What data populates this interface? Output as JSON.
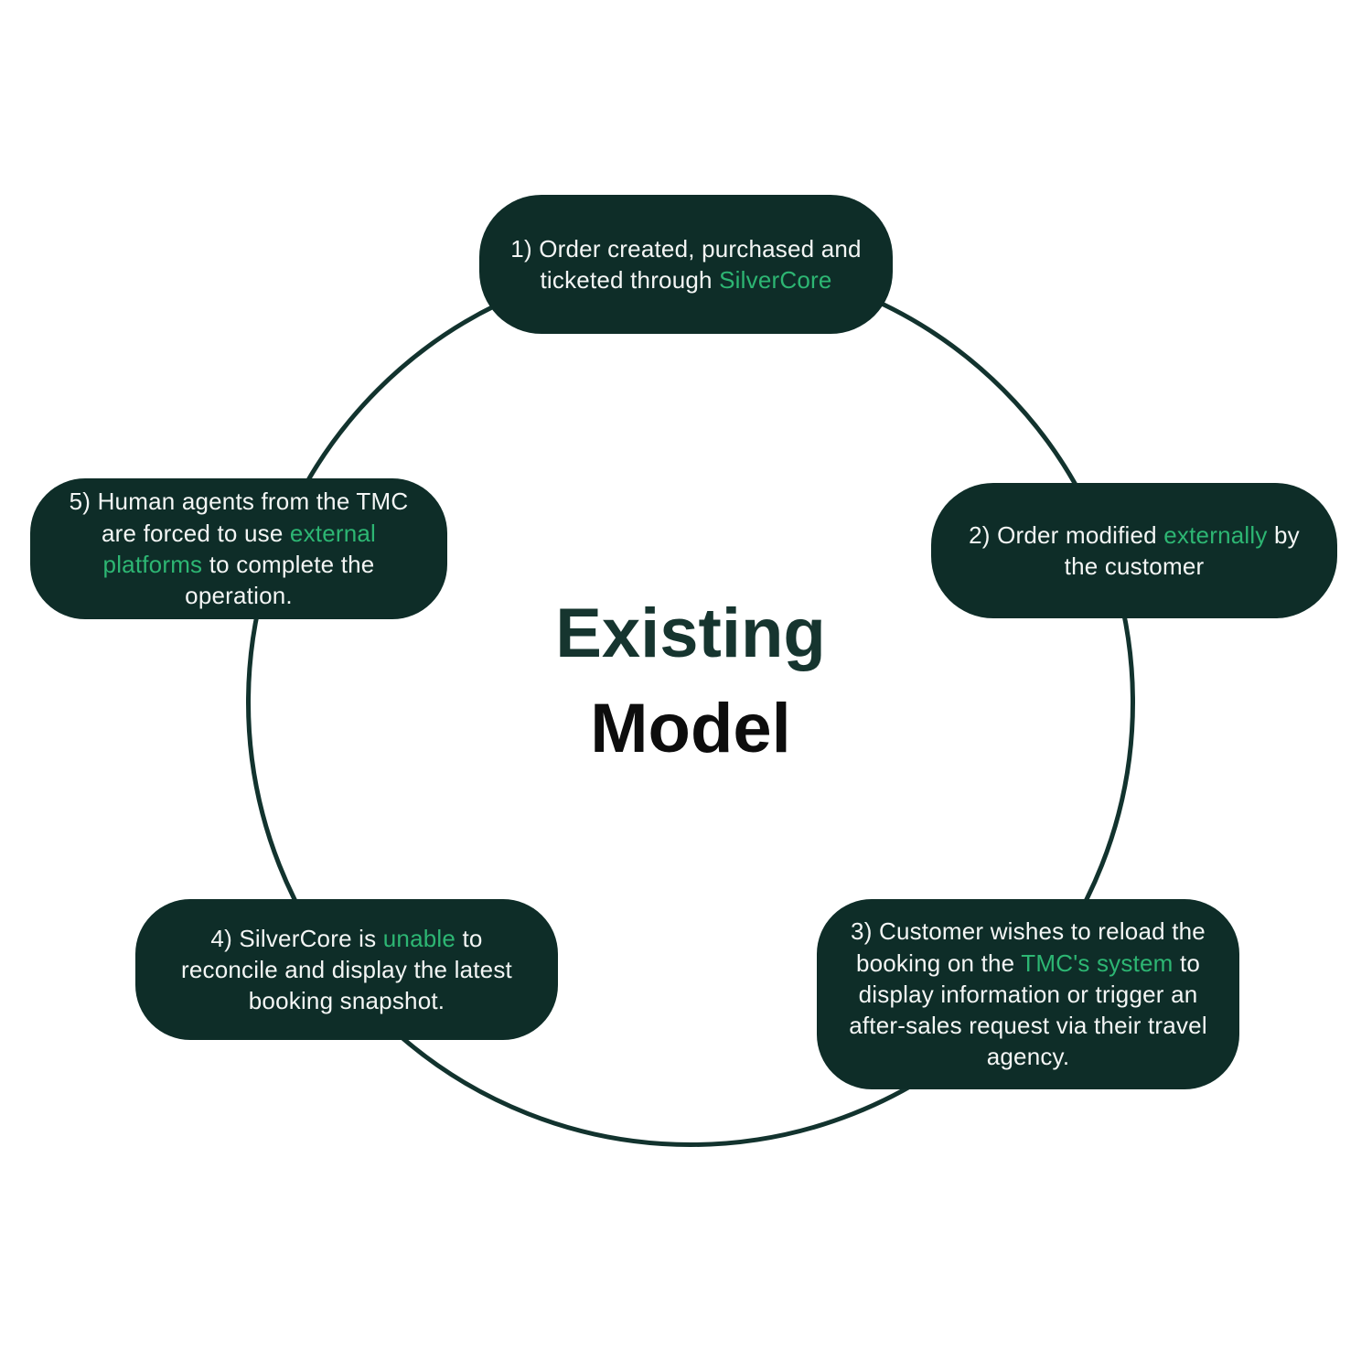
{
  "title": {
    "line1": "Existing",
    "line2": "Model"
  },
  "colors": {
    "box_background": "#0e2d28",
    "accent_green": "#2db673",
    "circle_stroke": "#12332e",
    "title_dark_teal": "#16352f",
    "title_black": "#0d0d0d",
    "box_text": "#f4f6f5",
    "page_background": "#ffffff"
  },
  "diagram_type": "circular-cycle",
  "nodes": [
    {
      "id": "step-1",
      "position": "top",
      "segments": [
        {
          "text": "1) Order created, purchased and ticketed through ",
          "accent": false
        },
        {
          "text": "SilverCore",
          "accent": true
        }
      ]
    },
    {
      "id": "step-2",
      "position": "right",
      "segments": [
        {
          "text": "2) Order modified ",
          "accent": false
        },
        {
          "text": "externally",
          "accent": true
        },
        {
          "text": " by the customer",
          "accent": false
        }
      ]
    },
    {
      "id": "step-3",
      "position": "bottom-right",
      "segments": [
        {
          "text": "3) Customer wishes to reload the booking on the ",
          "accent": false
        },
        {
          "text": "TMC's system",
          "accent": true
        },
        {
          "text": " to display information or trigger an after-sales request via their travel agency.",
          "accent": false
        }
      ]
    },
    {
      "id": "step-4",
      "position": "bottom-left",
      "segments": [
        {
          "text": "4) SilverCore is ",
          "accent": false
        },
        {
          "text": "unable",
          "accent": true
        },
        {
          "text": " to reconcile and display the latest booking snapshot.",
          "accent": false
        }
      ]
    },
    {
      "id": "step-5",
      "position": "left",
      "segments": [
        {
          "text": "5) Human agents from the TMC are forced to use ",
          "accent": false
        },
        {
          "text": "external platforms",
          "accent": true
        },
        {
          "text": " to complete the operation.",
          "accent": false
        }
      ]
    }
  ]
}
